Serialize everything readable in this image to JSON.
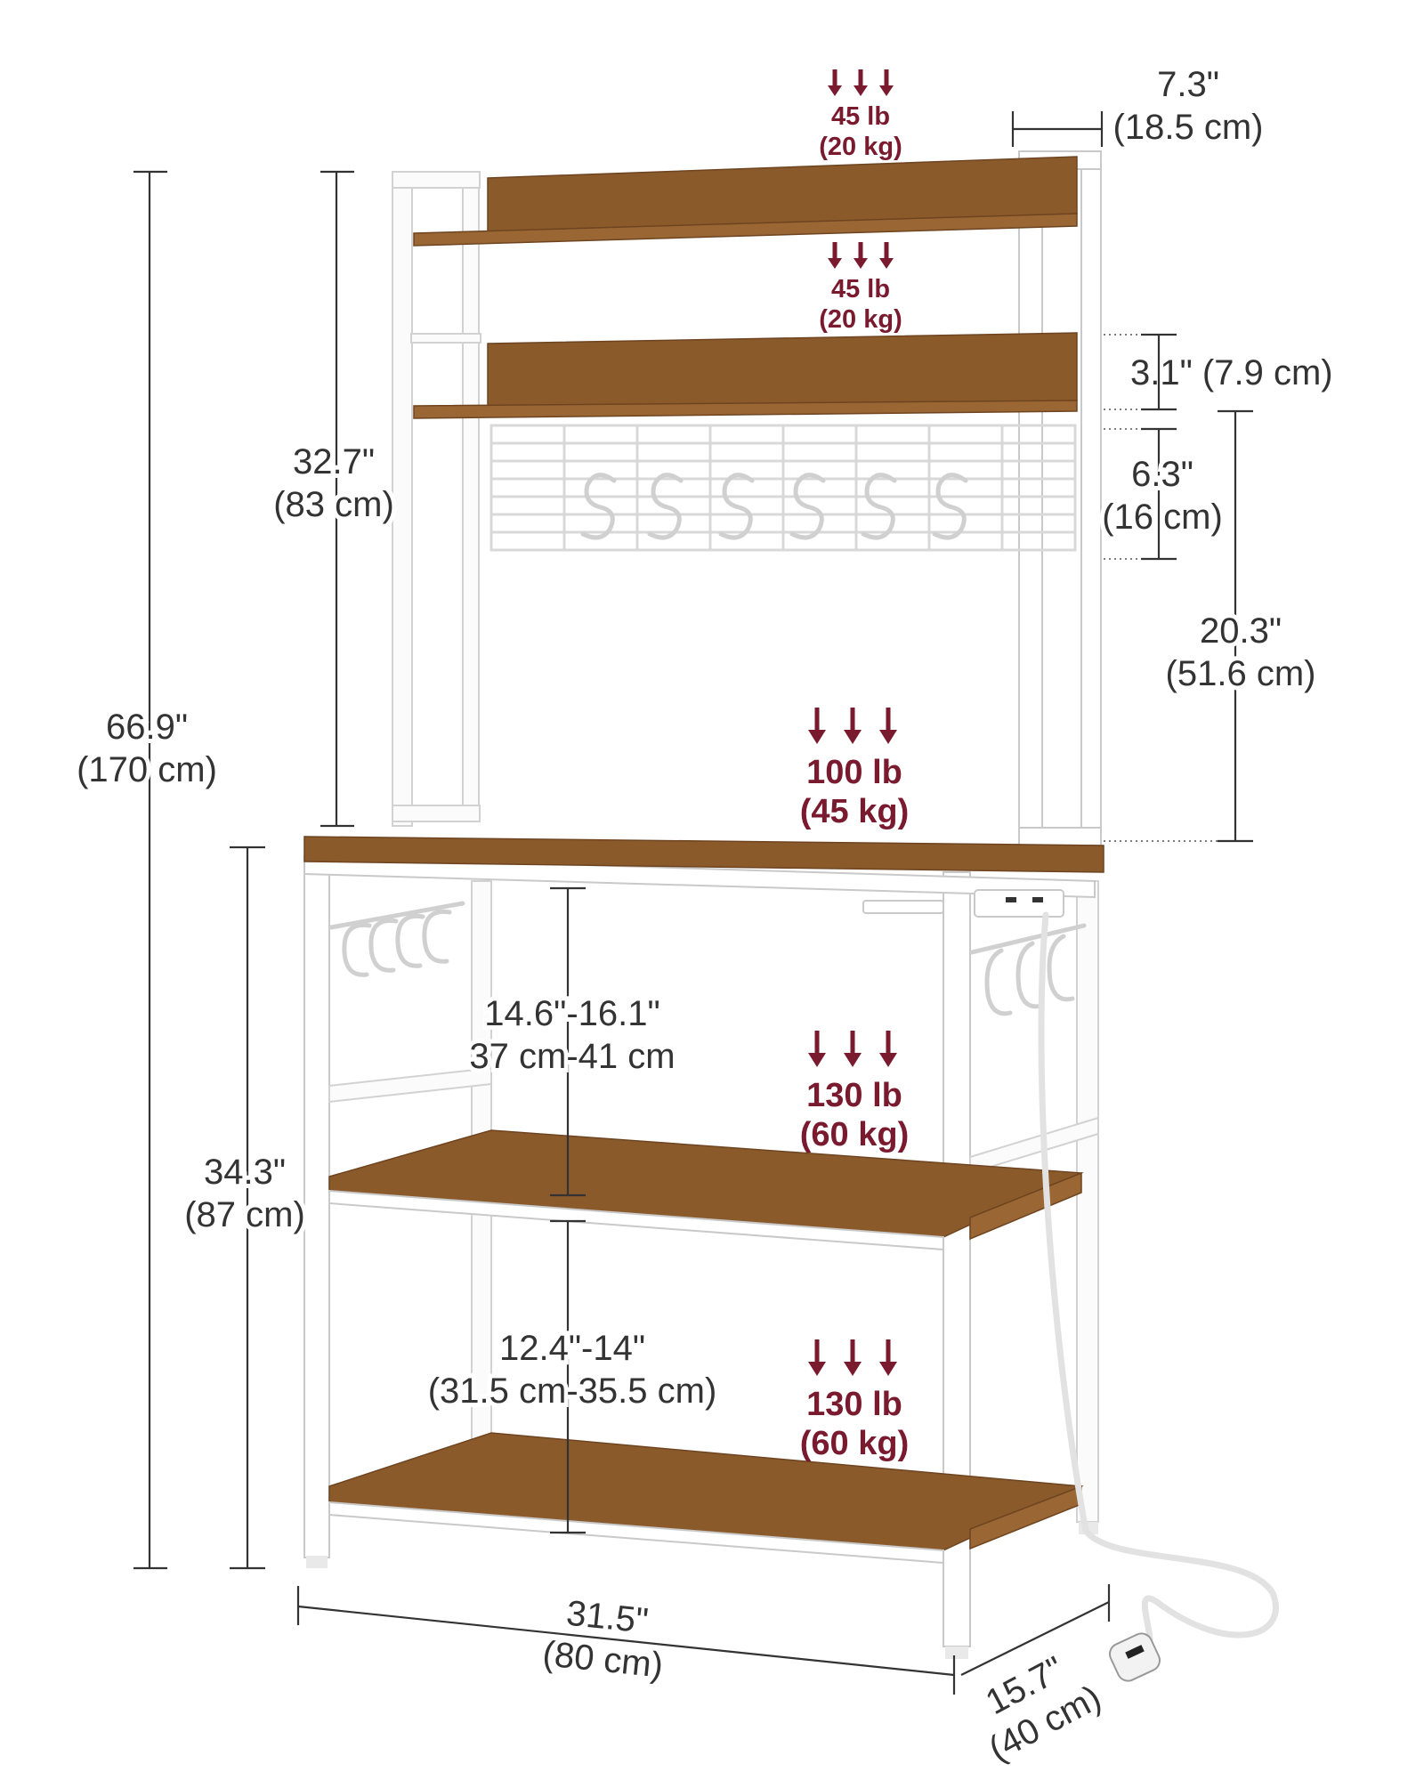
{
  "diagram": {
    "image_size": {
      "width": 1600,
      "height": 2000
    },
    "colors": {
      "wood": "#8b5a2b",
      "frame": "#ffffff",
      "load_text": "#7a1a2e",
      "dimension_text": "#333333"
    },
    "loads": [
      {
        "id": "top-shelf",
        "weight": "45 lb",
        "metric": "(20 kg)"
      },
      {
        "id": "second-shelf",
        "weight": "45 lb",
        "metric": "(20 kg)"
      },
      {
        "id": "worktop",
        "weight": "100 lb",
        "metric": "(45 kg)"
      },
      {
        "id": "middle-shelf",
        "weight": "130 lb",
        "metric": "(60 kg)"
      },
      {
        "id": "bottom-shelf",
        "weight": "130 lb",
        "metric": "(60 kg)"
      }
    ],
    "dimensions": {
      "top_depth": {
        "in": "7.3\"",
        "cm": "(18.5 cm)"
      },
      "shelf_gap": {
        "label": "3.1\" (7.9 cm)"
      },
      "grid_height": {
        "in": "6.3\"",
        "cm": "(16 cm)"
      },
      "hutch_clearance": {
        "in": "20.3\"",
        "cm": "(51.6 cm)"
      },
      "hutch_height": {
        "in": "32.7\"",
        "cm": "(83 cm)"
      },
      "total_height": {
        "in": "66.9\"",
        "cm": "(170 cm)"
      },
      "base_height": {
        "in": "34.3\"",
        "cm": "(87 cm)"
      },
      "upper_gap": {
        "in": "14.6\"-16.1\"",
        "cm": "37 cm-41 cm"
      },
      "lower_gap": {
        "in": "12.4\"-14\"",
        "cm": "(31.5 cm-35.5 cm)"
      },
      "width": {
        "in": "31.5\"",
        "cm": "(80 cm)"
      },
      "depth": {
        "in": "15.7\"",
        "cm": "(40 cm)"
      }
    }
  }
}
